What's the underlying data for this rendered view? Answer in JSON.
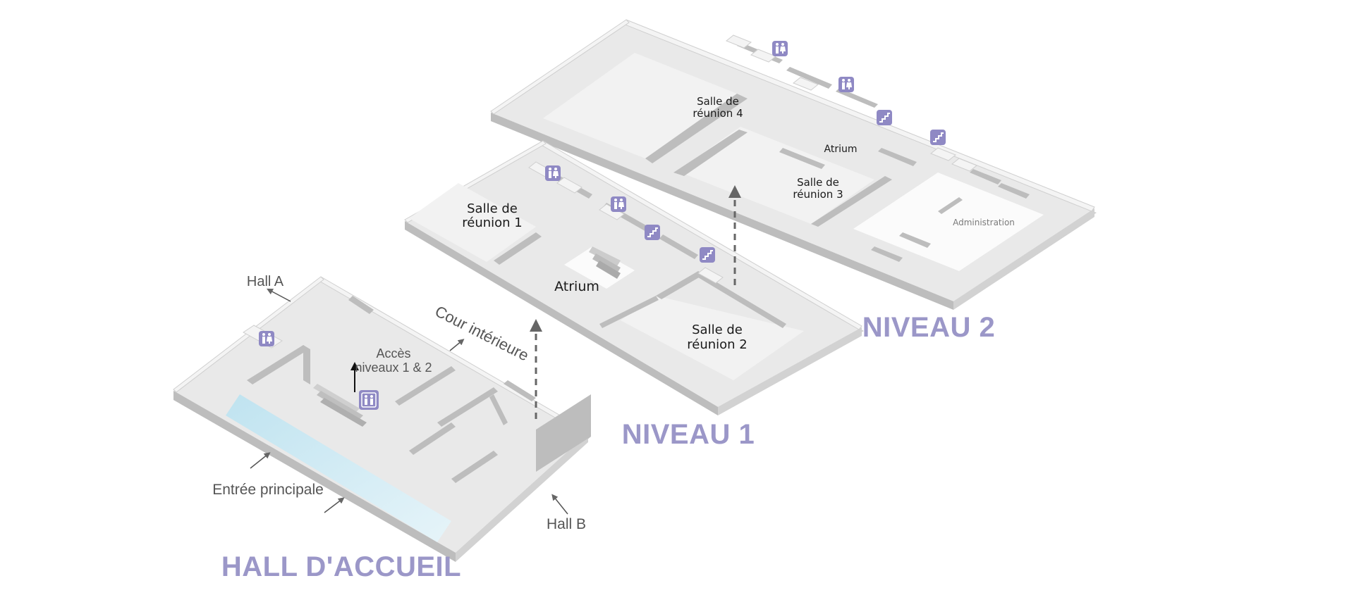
{
  "levels": {
    "hall": {
      "title": "HALL D'ACCUEIL"
    },
    "niveau1": {
      "title": "NIVEAU 1"
    },
    "niveau2": {
      "title": "NIVEAU 2"
    }
  },
  "rooms": {
    "salle1": [
      "Salle de",
      "réunion 1"
    ],
    "salle2": [
      "Salle de",
      "réunion 2"
    ],
    "salle3": [
      "Salle de",
      "réunion 3"
    ],
    "salle4": [
      "Salle de",
      "réunion 4"
    ],
    "atrium1": "Atrium",
    "atrium2": "Atrium",
    "administration": "Administration"
  },
  "callouts": {
    "hall_a": "Hall A",
    "hall_b": "Hall B",
    "cour": "Cour intérieure",
    "acces": [
      "Accès",
      "niveaux 1 & 2"
    ],
    "entree": "Entrée principale"
  },
  "icons": {
    "restroom": "restroom-icon",
    "stairs": "stairs-icon",
    "elevator": "elevator-icon"
  },
  "colors": {
    "accent": "#9b97c8",
    "icon_bg": "#8f89c4",
    "glass": "#cfe8f2"
  }
}
